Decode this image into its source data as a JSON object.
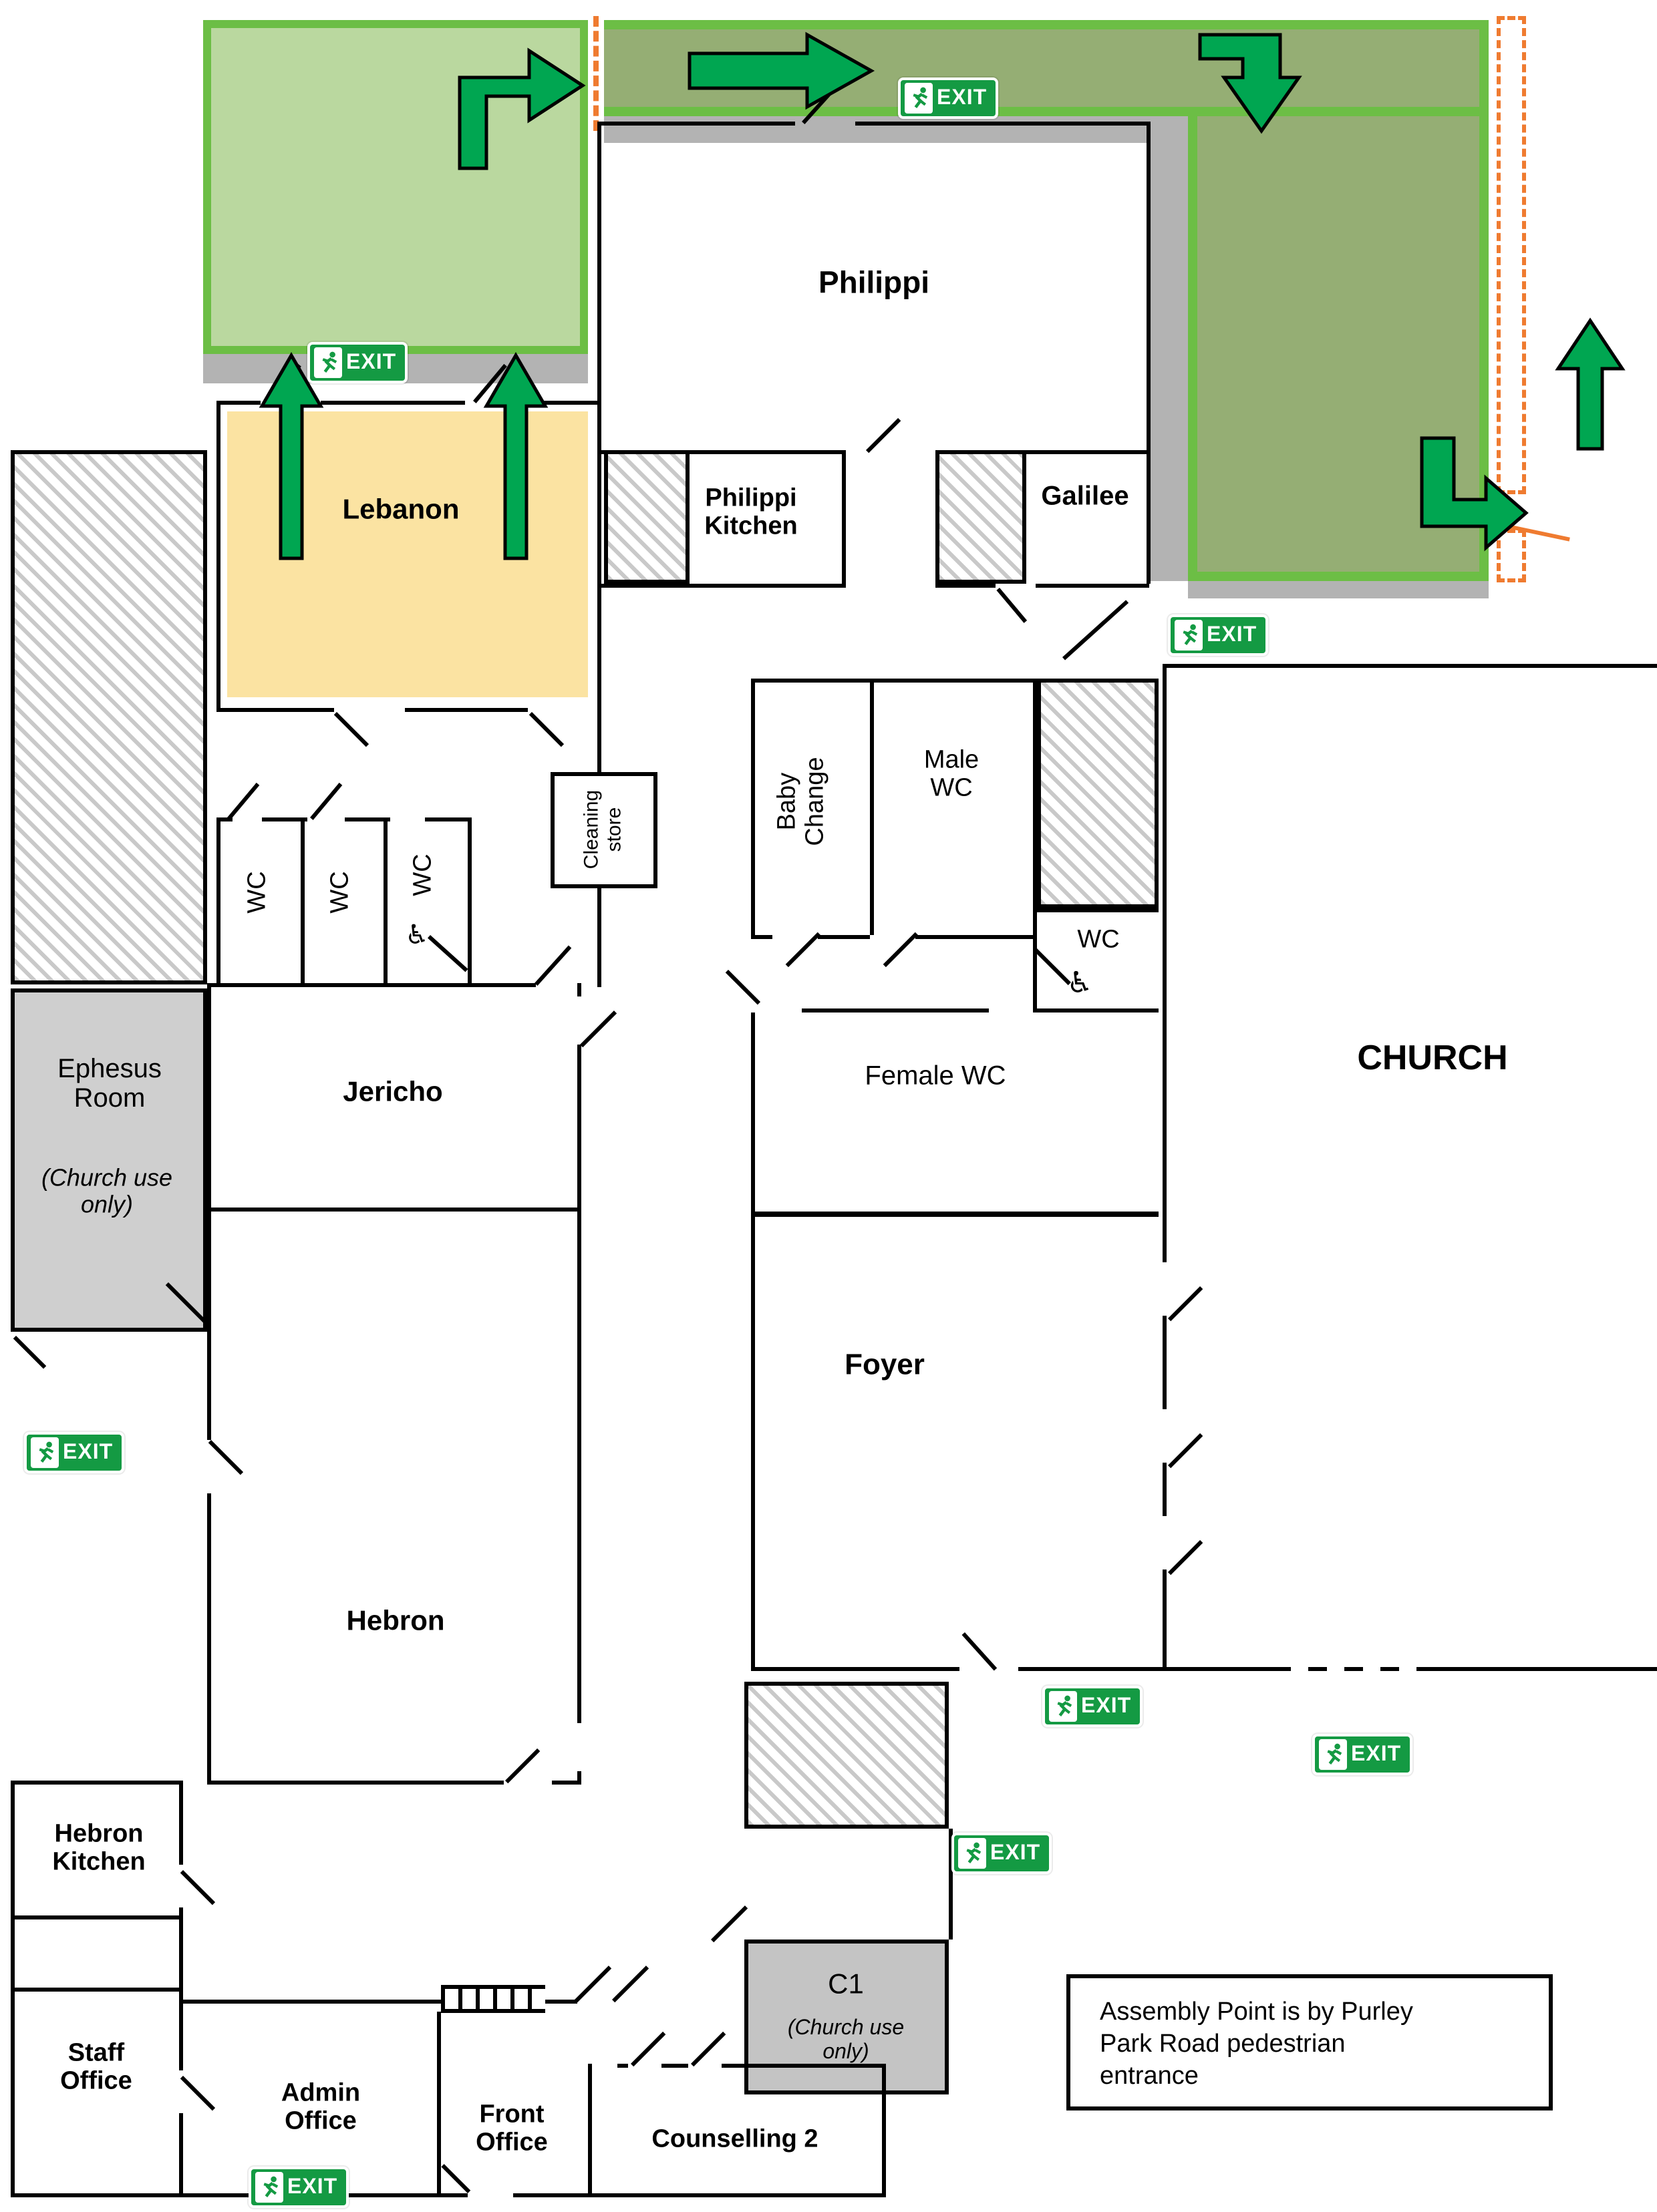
{
  "exit_label": "EXIT",
  "accessible_icon": "♿",
  "assembly_note": "Assembly Point is by Purley Park Road pedestrian entrance",
  "rooms": {
    "philippi": "Philippi",
    "lebanon": "Lebanon",
    "philippi_kitchen": "Philippi Kitchen",
    "galilee": "Galilee",
    "baby_change": "Baby Change",
    "male_wc": "Male WC",
    "wc": "WC",
    "female_wc": "Female WC",
    "church": "CHURCH",
    "cleaning_store": "Cleaning store",
    "ephesus_name": "Ephesus Room",
    "ephesus_note": "(Church use only)",
    "jericho": "Jericho",
    "foyer": "Foyer",
    "hebron": "Hebron",
    "hebron_kitchen": "Hebron Kitchen",
    "staff_office": "Staff Office",
    "admin_office": "Admin Office",
    "front_office": "Front Office",
    "counselling2": "Counselling 2",
    "c1_title": "C1",
    "c1_note": "(Church use only)"
  },
  "colors": {
    "route_light_green": "#BAD89F",
    "route_dark_green": "#95AE74",
    "route_border_green": "#6CBE45",
    "arrow_green": "#00A651",
    "exit_sign_green": "#149A43",
    "door_dashed_orange": "#EF7B30",
    "room_yellow": "#FBE3A2",
    "room_gray": "#CFCFCF",
    "strip_gray": "#B3B3B3"
  }
}
